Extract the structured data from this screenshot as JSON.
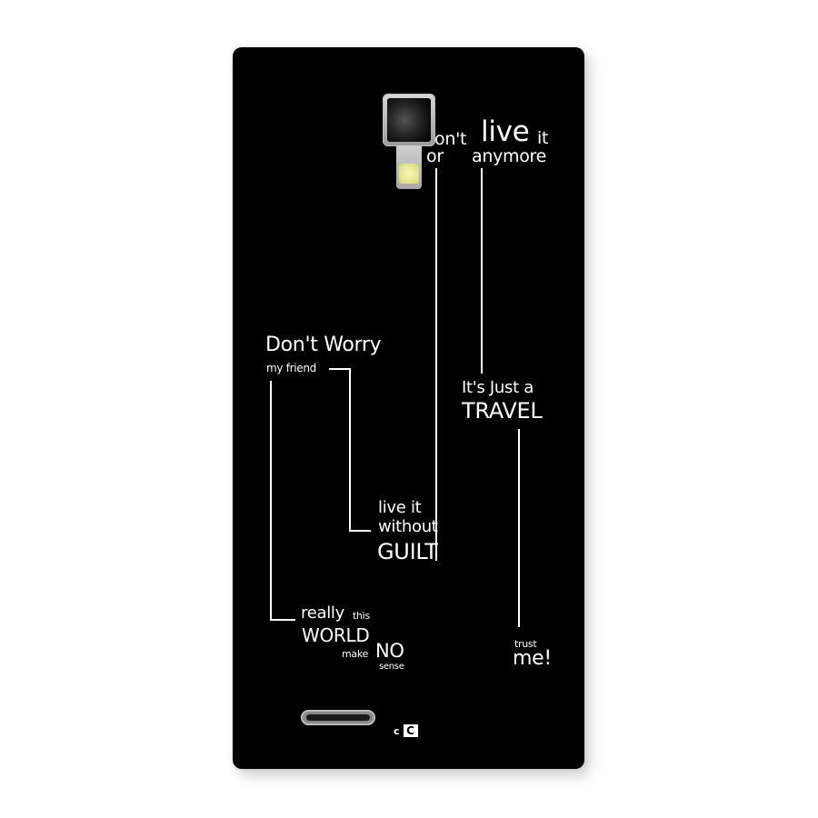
{
  "product": {
    "case_color": "#000000",
    "text_color": "#ffffff"
  },
  "quotes": {
    "top": {
      "line1_prefix": "on't",
      "line1_big": "live",
      "line1_suffix": "it",
      "line2_left": "or",
      "line2_right": "anymore"
    },
    "dont_worry": {
      "title": "Don't Worry",
      "subtitle": "my friend"
    },
    "travel": {
      "line1": "It's Just a",
      "line2": "TRAVEL"
    },
    "guilt": {
      "line1": "live it",
      "line2": "without",
      "line3": "GUILT"
    },
    "world": {
      "really": "really",
      "this": "this",
      "world": "WORLD",
      "make": "make",
      "no": "NO",
      "sense": "sense"
    },
    "trust": {
      "line1": "trust",
      "line2": "me!"
    }
  },
  "icons": {
    "camera": "camera-lens",
    "flash": "led-flash",
    "speaker": "speaker-grille",
    "logo_small": "c",
    "logo_box": "C"
  }
}
